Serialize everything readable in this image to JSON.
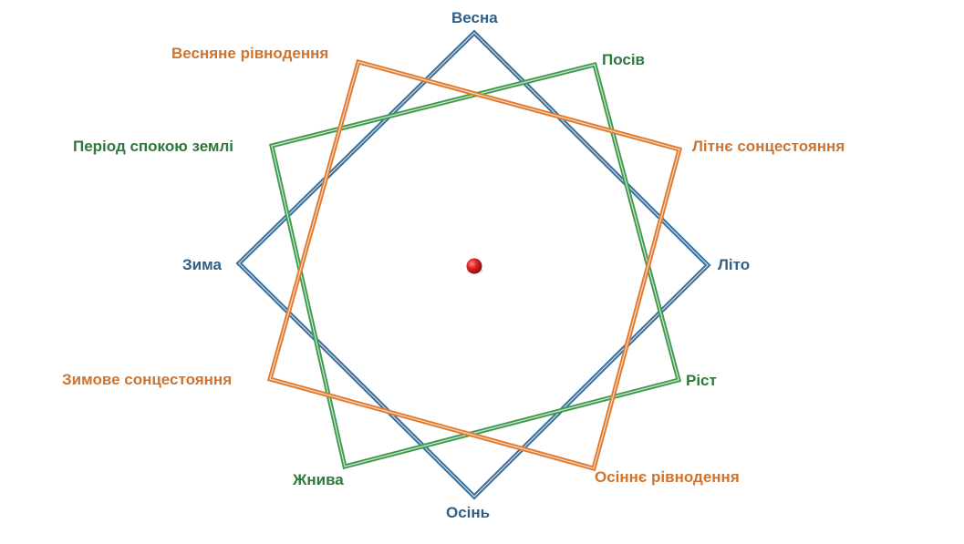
{
  "diagram": {
    "center_marker": {
      "color": "#e02424"
    },
    "shapes": [
      {
        "id": "blue-square",
        "color": "#3a6d96",
        "labels": {
          "top": "Весна",
          "right": "Літо",
          "bottom": "Осінь",
          "left": "Зима"
        }
      },
      {
        "id": "green-square",
        "color": "#3f9a4f",
        "labels": {
          "top_right": "Посів",
          "bottom_right": "Ріст",
          "bottom_left": "Жнива",
          "top_left": "Період спокою землі"
        }
      },
      {
        "id": "orange-square",
        "color": "#e07b30",
        "labels": {
          "top_left": "Весняне рівнодення",
          "top_right": "Літнє сонцестояння",
          "bottom_right": "Осіннє рівнодення",
          "bottom_left": "Зимове сонцестояння"
        }
      }
    ]
  }
}
